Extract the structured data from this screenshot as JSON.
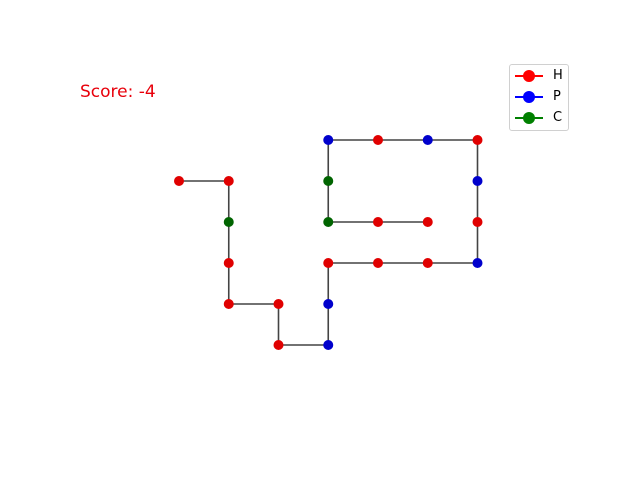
{
  "score": {
    "text": "Score: -4",
    "color": "#e8000b"
  },
  "legend": [
    {
      "label": "H",
      "color": "#ff0000"
    },
    {
      "label": "P",
      "color": "#0000ff"
    },
    {
      "label": "C",
      "color": "#008000"
    }
  ],
  "chain_color": "#444444",
  "residue_colors": {
    "H": "#e00000",
    "P": "#0000cc",
    "C": "#006400"
  },
  "chain": [
    {
      "x": 0,
      "y": 0,
      "type": "H"
    },
    {
      "x": 1,
      "y": 0,
      "type": "H"
    },
    {
      "x": 1,
      "y": -1,
      "type": "C"
    },
    {
      "x": 1,
      "y": -2,
      "type": "H"
    },
    {
      "x": 1,
      "y": -3,
      "type": "H"
    },
    {
      "x": 2,
      "y": -3,
      "type": "H"
    },
    {
      "x": 2,
      "y": -4,
      "type": "H"
    },
    {
      "x": 3,
      "y": -4,
      "type": "P"
    },
    {
      "x": 3,
      "y": -3,
      "type": "P"
    },
    {
      "x": 3,
      "y": -2,
      "type": "H"
    },
    {
      "x": 4,
      "y": -2,
      "type": "H"
    },
    {
      "x": 5,
      "y": -2,
      "type": "H"
    },
    {
      "x": 6,
      "y": -2,
      "type": "P"
    },
    {
      "x": 6,
      "y": -1,
      "type": "H"
    },
    {
      "x": 6,
      "y": 0,
      "type": "P"
    },
    {
      "x": 6,
      "y": 1,
      "type": "H"
    },
    {
      "x": 5,
      "y": 1,
      "type": "P"
    },
    {
      "x": 4,
      "y": 1,
      "type": "H"
    },
    {
      "x": 3,
      "y": 1,
      "type": "P"
    },
    {
      "x": 3,
      "y": 0,
      "type": "C"
    },
    {
      "x": 3,
      "y": -1,
      "type": "C"
    },
    {
      "x": 4,
      "y": -1,
      "type": "H"
    },
    {
      "x": 5,
      "y": -1,
      "type": "H"
    }
  ]
}
